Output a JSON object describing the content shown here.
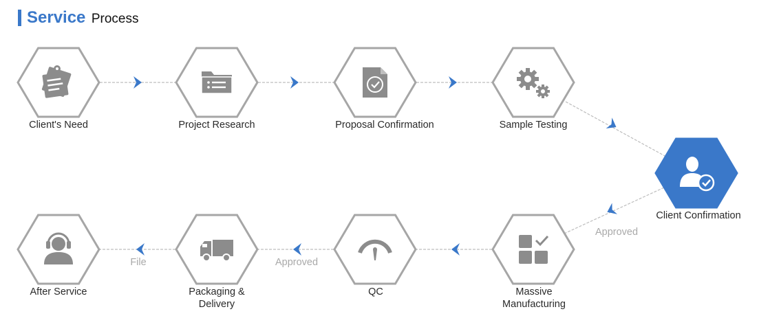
{
  "header": {
    "title_main": "Service",
    "title_sub": "Process"
  },
  "steps": {
    "clients_need": {
      "label": "Client's Need",
      "icon": "clipboard-note-icon"
    },
    "project_research": {
      "label": "Project Research",
      "icon": "folder-list-icon"
    },
    "proposal_confirmation": {
      "label": "Proposal Confirmation",
      "icon": "document-check-icon"
    },
    "sample_testing": {
      "label": "Sample Testing",
      "icon": "gears-icon"
    },
    "client_confirmation": {
      "label": "Client Confirmation",
      "icon": "user-check-icon"
    },
    "massive_manufacturing": {
      "label_line1": "Massive",
      "label_line2": "Manufacturing",
      "icon": "grid-check-icon"
    },
    "qc": {
      "label": "QC",
      "icon": "gauge-icon"
    },
    "packaging_delivery": {
      "label_line1": "Packaging &",
      "label_line2": "Delivery",
      "icon": "truck-icon"
    },
    "after_service": {
      "label": "After Service",
      "icon": "headset-user-icon"
    }
  },
  "edges": {
    "client_approved": "Approved",
    "qc_approved": "Approved",
    "file": "File"
  },
  "colors": {
    "accent": "#3a78c9",
    "hex_border": "#a6a6a6",
    "icon_gray": "#8c8c8c",
    "connector": "#bdbdbd",
    "edge_label": "#a9a9a9"
  }
}
